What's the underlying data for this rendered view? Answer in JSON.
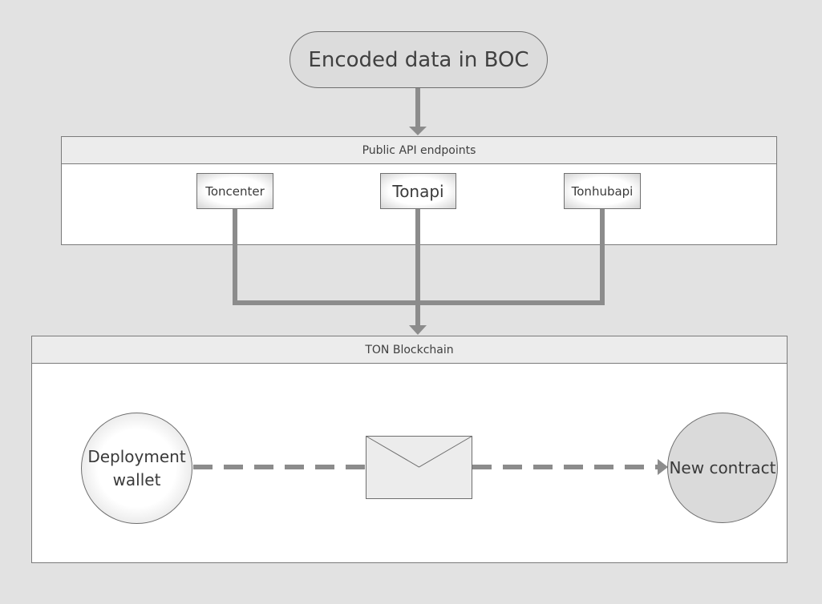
{
  "start_node": {
    "label": "Encoded data in BOC"
  },
  "api_container": {
    "title": "Public API endpoints"
  },
  "endpoints": [
    {
      "label": "Toncenter"
    },
    {
      "label": "Tonapi"
    },
    {
      "label": "Tonhubapi"
    }
  ],
  "ton_container": {
    "title": "TON Blockchain"
  },
  "deployment_wallet": {
    "line1": "Deployment",
    "line2": "wallet"
  },
  "new_contract": {
    "label": "New contract"
  },
  "message_icon": "envelope-icon",
  "colors": {
    "background": "#e2e2e2",
    "connector": "#8c8c8c",
    "border": "#6e6e6e"
  }
}
